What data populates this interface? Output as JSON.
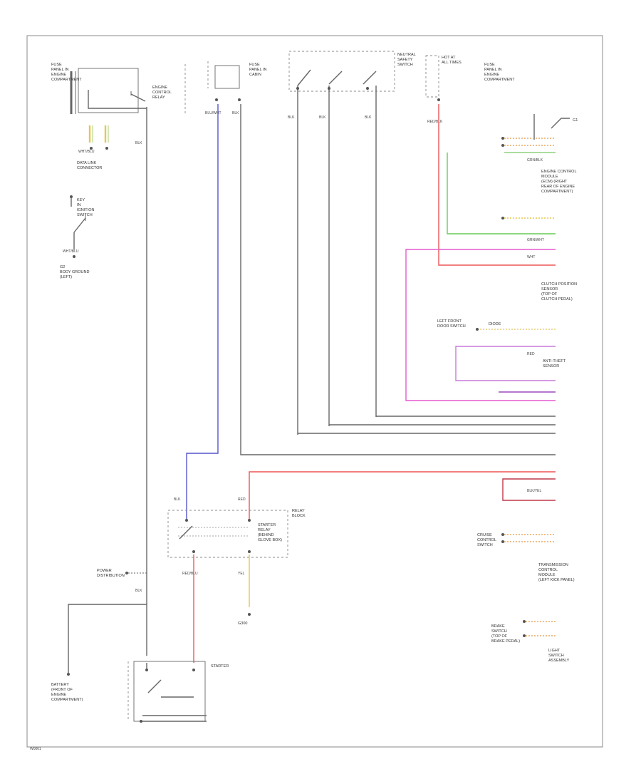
{
  "diagram": {
    "page_ref": "W0001",
    "components": {
      "fuse_relay_left": [
        "FUSE",
        "PANEL IN",
        "ENGINE",
        "COMPARTMENT"
      ],
      "relay_left": [
        "ENGINE",
        "CONTROL",
        "RELAY"
      ],
      "fuse_mid": [
        "FUSE",
        "PANEL IN",
        "CABIN"
      ],
      "switch_top": [
        "NEUTRAL",
        "SAFETY",
        "SWITCH"
      ],
      "fuse_right": [
        "FUSE",
        "PANEL IN",
        "ENGINE",
        "COMPARTMENT"
      ],
      "fuse_right_small": [
        "HOT AT",
        "ALL TIMES"
      ],
      "ground_small": [
        "G1"
      ],
      "data_link": [
        "DATA LINK",
        "CONNECTOR"
      ],
      "key_in": [
        "KEY",
        "IN",
        "IGNITION",
        "SWITCH"
      ],
      "key_ground": [
        "G2",
        "BODY GROUND",
        "(LEFT)"
      ],
      "ecm": [
        "ENGINE CONTROL",
        "MODULE",
        "(ECM) (RIGHT",
        "REAR OF ENGINE",
        "COMPARTMENT)"
      ],
      "clutch": [
        "CLUTCH POSITION",
        "SENSOR",
        "(TOP OF",
        "CLUTCH PEDAL)"
      ],
      "sensor_mid": [
        "LEFT FRONT",
        "DOOR SWITCH"
      ],
      "diode_label": [
        "DIODE"
      ],
      "sensor_mid2": [
        "ANTI-THEFT",
        "SENSOR"
      ],
      "relay_mid": [
        "RELAY",
        "BLOCK"
      ],
      "starter_relay": [
        "STARTER",
        "RELAY",
        "(BEHIND",
        "GLOVE BOX)"
      ],
      "starter_relay_b": [
        "POWER",
        "DISTRIBUTION"
      ],
      "transmission": [
        "TRANSMISSION",
        "CONTROL",
        "MODULE",
        "(LEFT KICK PANEL)"
      ],
      "conn_right1": [
        "CRUISE",
        "CONTROL",
        "SWITCH"
      ],
      "conn_right2": [
        "BRAKE",
        "SWITCH",
        "(TOP OF",
        "BRAKE PEDAL)"
      ],
      "conn_right3": [
        "LIGHT",
        "SWITCH",
        "ASSEMBLY"
      ],
      "starter": [
        "STARTER"
      ],
      "battery": [
        "BATTERY",
        "(FRONT OF",
        "ENGINE",
        "COMPARTMENT)"
      ],
      "ground_bottom": [
        "G300"
      ]
    },
    "wires": {
      "wl1": "WHT/BLU",
      "wl2": "WHT/BLU",
      "wl3": "BLK",
      "wl4": "BLU/WHT",
      "wl5": "BLK",
      "wl6": "BLK",
      "wl7": "BLK",
      "wl8": "BLK",
      "wl9": "RED/BLK",
      "wl10": "GRN/BLK",
      "wl11": "GRN/WHT",
      "wl12": "WHT",
      "wl13": "RED",
      "wl14": "BLK/YEL",
      "wl15": "BLK",
      "wl16": "RED",
      "wl17": "RED/BLU",
      "wl18": "YEL",
      "wl19": "BLK"
    }
  }
}
